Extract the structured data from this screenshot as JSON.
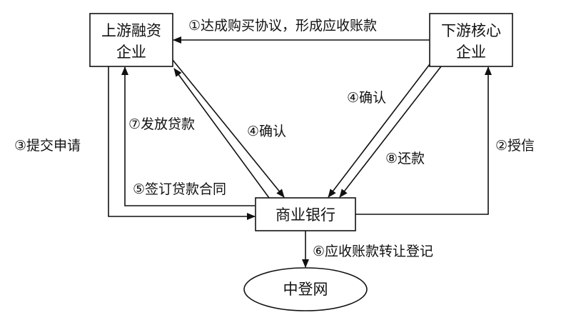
{
  "nodes": {
    "upstream": {
      "line1": "上游融资",
      "line2": "企业"
    },
    "downstream": {
      "line1": "下游核心",
      "line2": "企业"
    },
    "bank": {
      "label": "商业银行"
    },
    "registry": {
      "label": "中登网"
    }
  },
  "edges": {
    "e1": "①达成购买协议，形成应收账款",
    "e2": "②授信",
    "e3": "③提交申请",
    "e4a": "④确认",
    "e4b": "④确认",
    "e5": "⑤签订贷款合同",
    "e6": "⑥应收账款转让登记",
    "e7": "⑦发放贷款",
    "e8": "⑧还款"
  }
}
